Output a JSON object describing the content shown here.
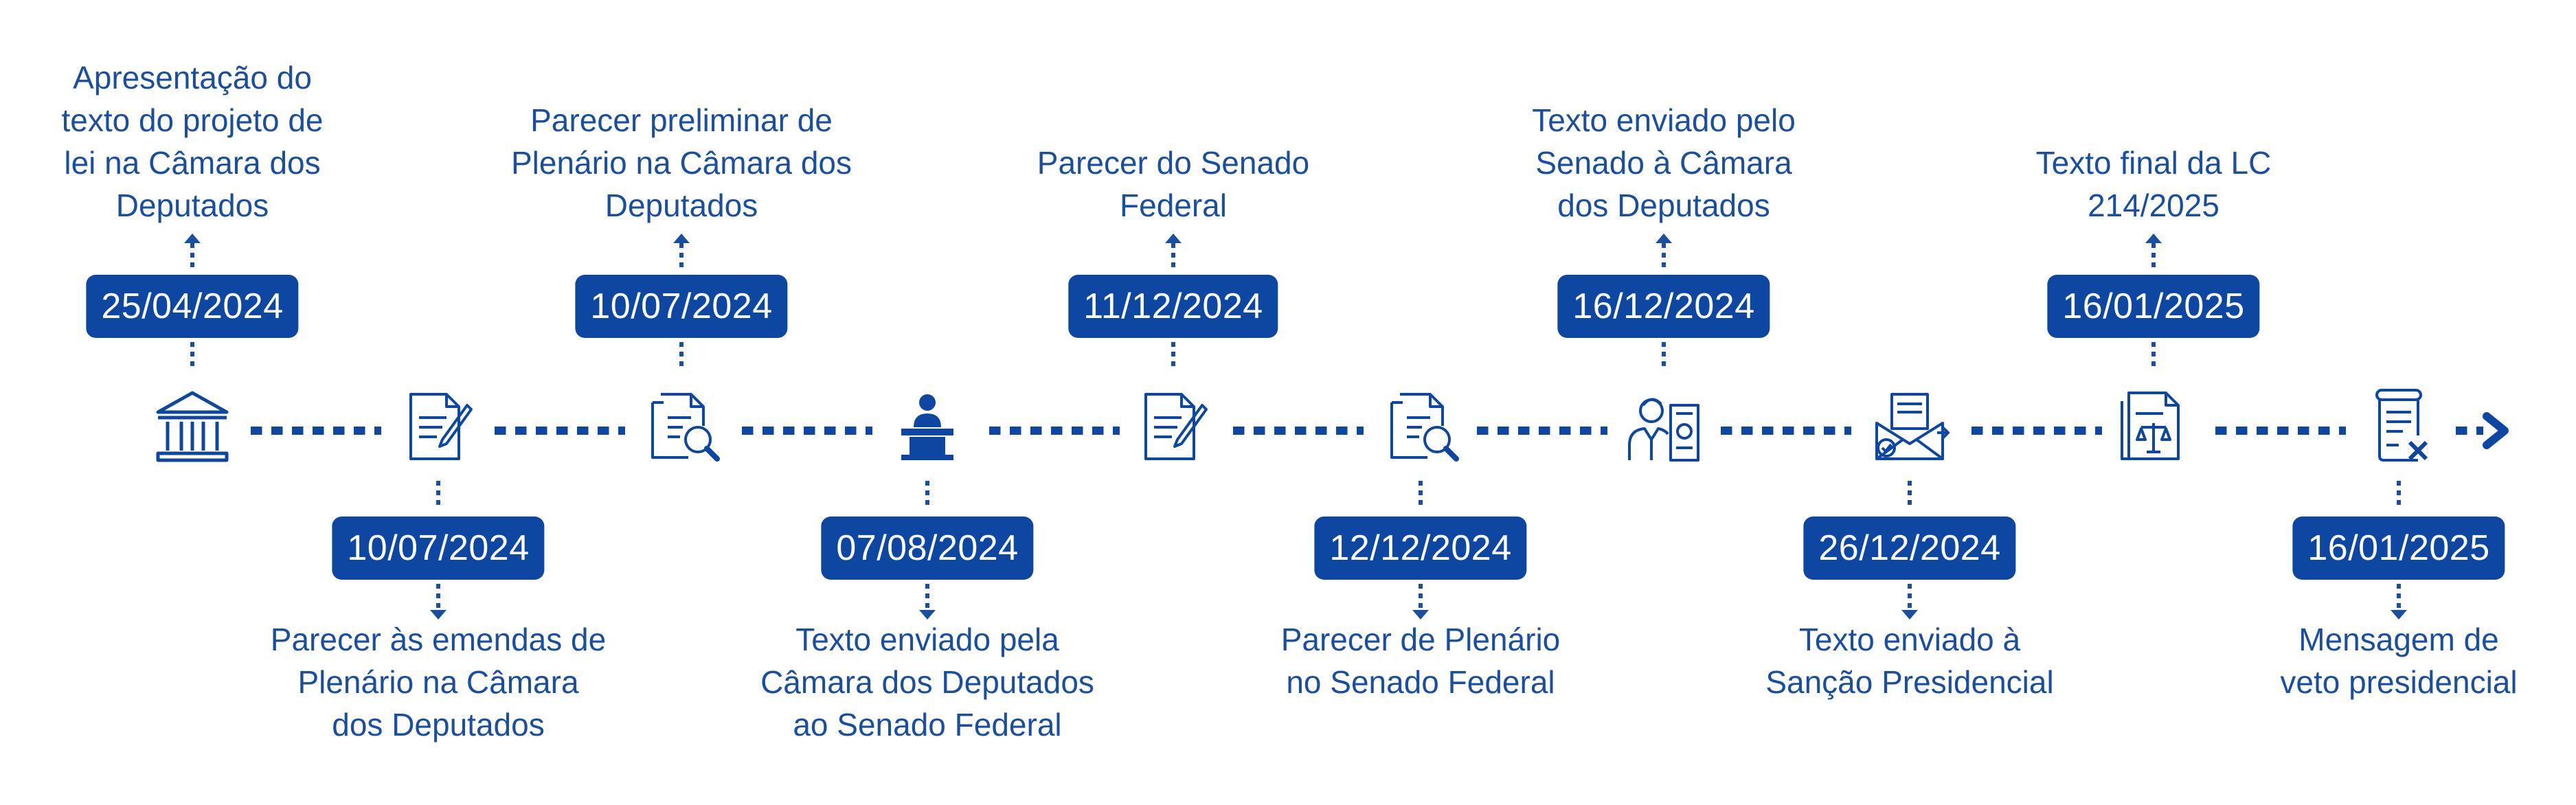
{
  "colors": {
    "primary": "#0d47a1",
    "text": "#1a4fa0"
  },
  "steps": [
    {
      "date": "25/04/2024",
      "label": "Apresentação do\ntexto do projeto de\nlei na Câmara dos\nDeputados",
      "icon": "government-building-icon"
    },
    {
      "date": "10/07/2024",
      "label": "Parecer às emendas de\nPlenário na Câmara\ndos Deputados",
      "icon": "document-pen-icon"
    },
    {
      "date": "10/07/2024",
      "label": "Parecer preliminar de\nPlenário na  Câmara dos\nDeputados",
      "icon": "document-search-icon"
    },
    {
      "date": "07/08/2024",
      "label": "Texto enviado pela\nCâmara dos Deputados\nao Senado Federal",
      "icon": "speaker-podium-icon"
    },
    {
      "date": "11/12/2024",
      "label": "Parecer do Senado\nFederal",
      "icon": "document-pen-icon"
    },
    {
      "date": "12/12/2024",
      "label": "Parecer de Plenário\nno Senado Federal",
      "icon": "document-search-icon"
    },
    {
      "date": "16/12/2024",
      "label": "Texto enviado pelo\nSenado à Câmara\ndos Deputados",
      "icon": "person-certificate-icon"
    },
    {
      "date": "26/12/2024",
      "label": "Texto enviado à\nSanção Presidencial",
      "icon": "envelope-send-icon"
    },
    {
      "date": "16/01/2025",
      "label": "Texto final da LC\n214/2025",
      "icon": "law-document-icon"
    },
    {
      "date": "16/01/2025",
      "label": "Mensagem de\nveto presidencial",
      "icon": "veto-document-icon"
    }
  ]
}
